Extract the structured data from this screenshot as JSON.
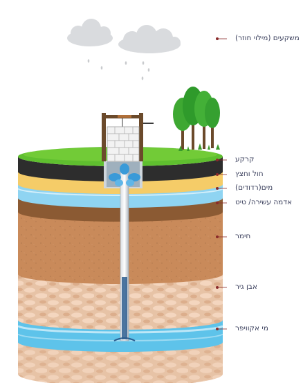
{
  "colors": {
    "grass": "#5fbf2f",
    "topsoil": "#2d2d2d",
    "sand": "#f0b73a",
    "water": "#8fd4f2",
    "silt": "#8b5a33",
    "clay": "#c98a5a",
    "rock": "#e7c3a6",
    "aquifer": "#5ec3ea",
    "label": "#3a3f5c",
    "leader_dot": "#8a2a2a"
  },
  "labels": [
    {
      "key": "rain",
      "text": "משקעים (מילוי חוזר)"
    },
    {
      "key": "topsoil",
      "text": "קרקע"
    },
    {
      "key": "sand_gravel",
      "text": "חול וחצץ"
    },
    {
      "key": "shallow_water",
      "text": "מים(רדודים)"
    },
    {
      "key": "silt",
      "text": "אדמה עשירה/ טיט"
    },
    {
      "key": "clay",
      "text": "חימר"
    },
    {
      "key": "limestone",
      "text": "אבן גיר"
    },
    {
      "key": "aquifer",
      "text": "מי אקוויפר"
    }
  ],
  "icons": [
    "cloud-icon",
    "raindrop-icon",
    "tree-icon",
    "well-icon",
    "pipe-icon"
  ]
}
